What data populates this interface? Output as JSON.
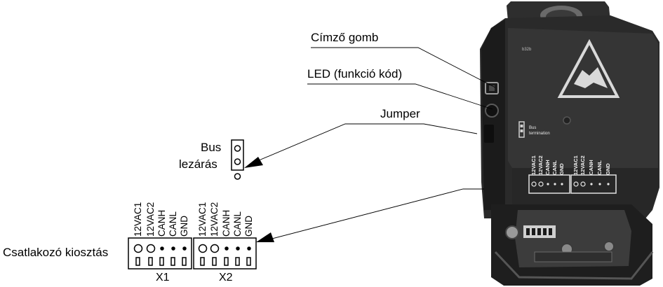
{
  "callouts": {
    "address_button": "Címző gomb",
    "led": "LED (funkció kód)",
    "jumper": "Jumper",
    "bus_termination_line1": "Bus",
    "bus_termination_line2": "lezárás",
    "connector_pinout": "Csatlakozó kiosztás"
  },
  "pin_labels": [
    "12VAC1",
    "12VAC2",
    "CANH",
    "CANL",
    "GND"
  ],
  "connectors": {
    "x1": "X1",
    "x2": "X2"
  },
  "device": {
    "small_mark": "b32b",
    "jumper_label_line1": "Bus",
    "jumper_label_line2": "termination",
    "pin_labels": [
      "12VAC1",
      "12VAC2",
      "CANH",
      "CANL",
      "GND"
    ]
  }
}
